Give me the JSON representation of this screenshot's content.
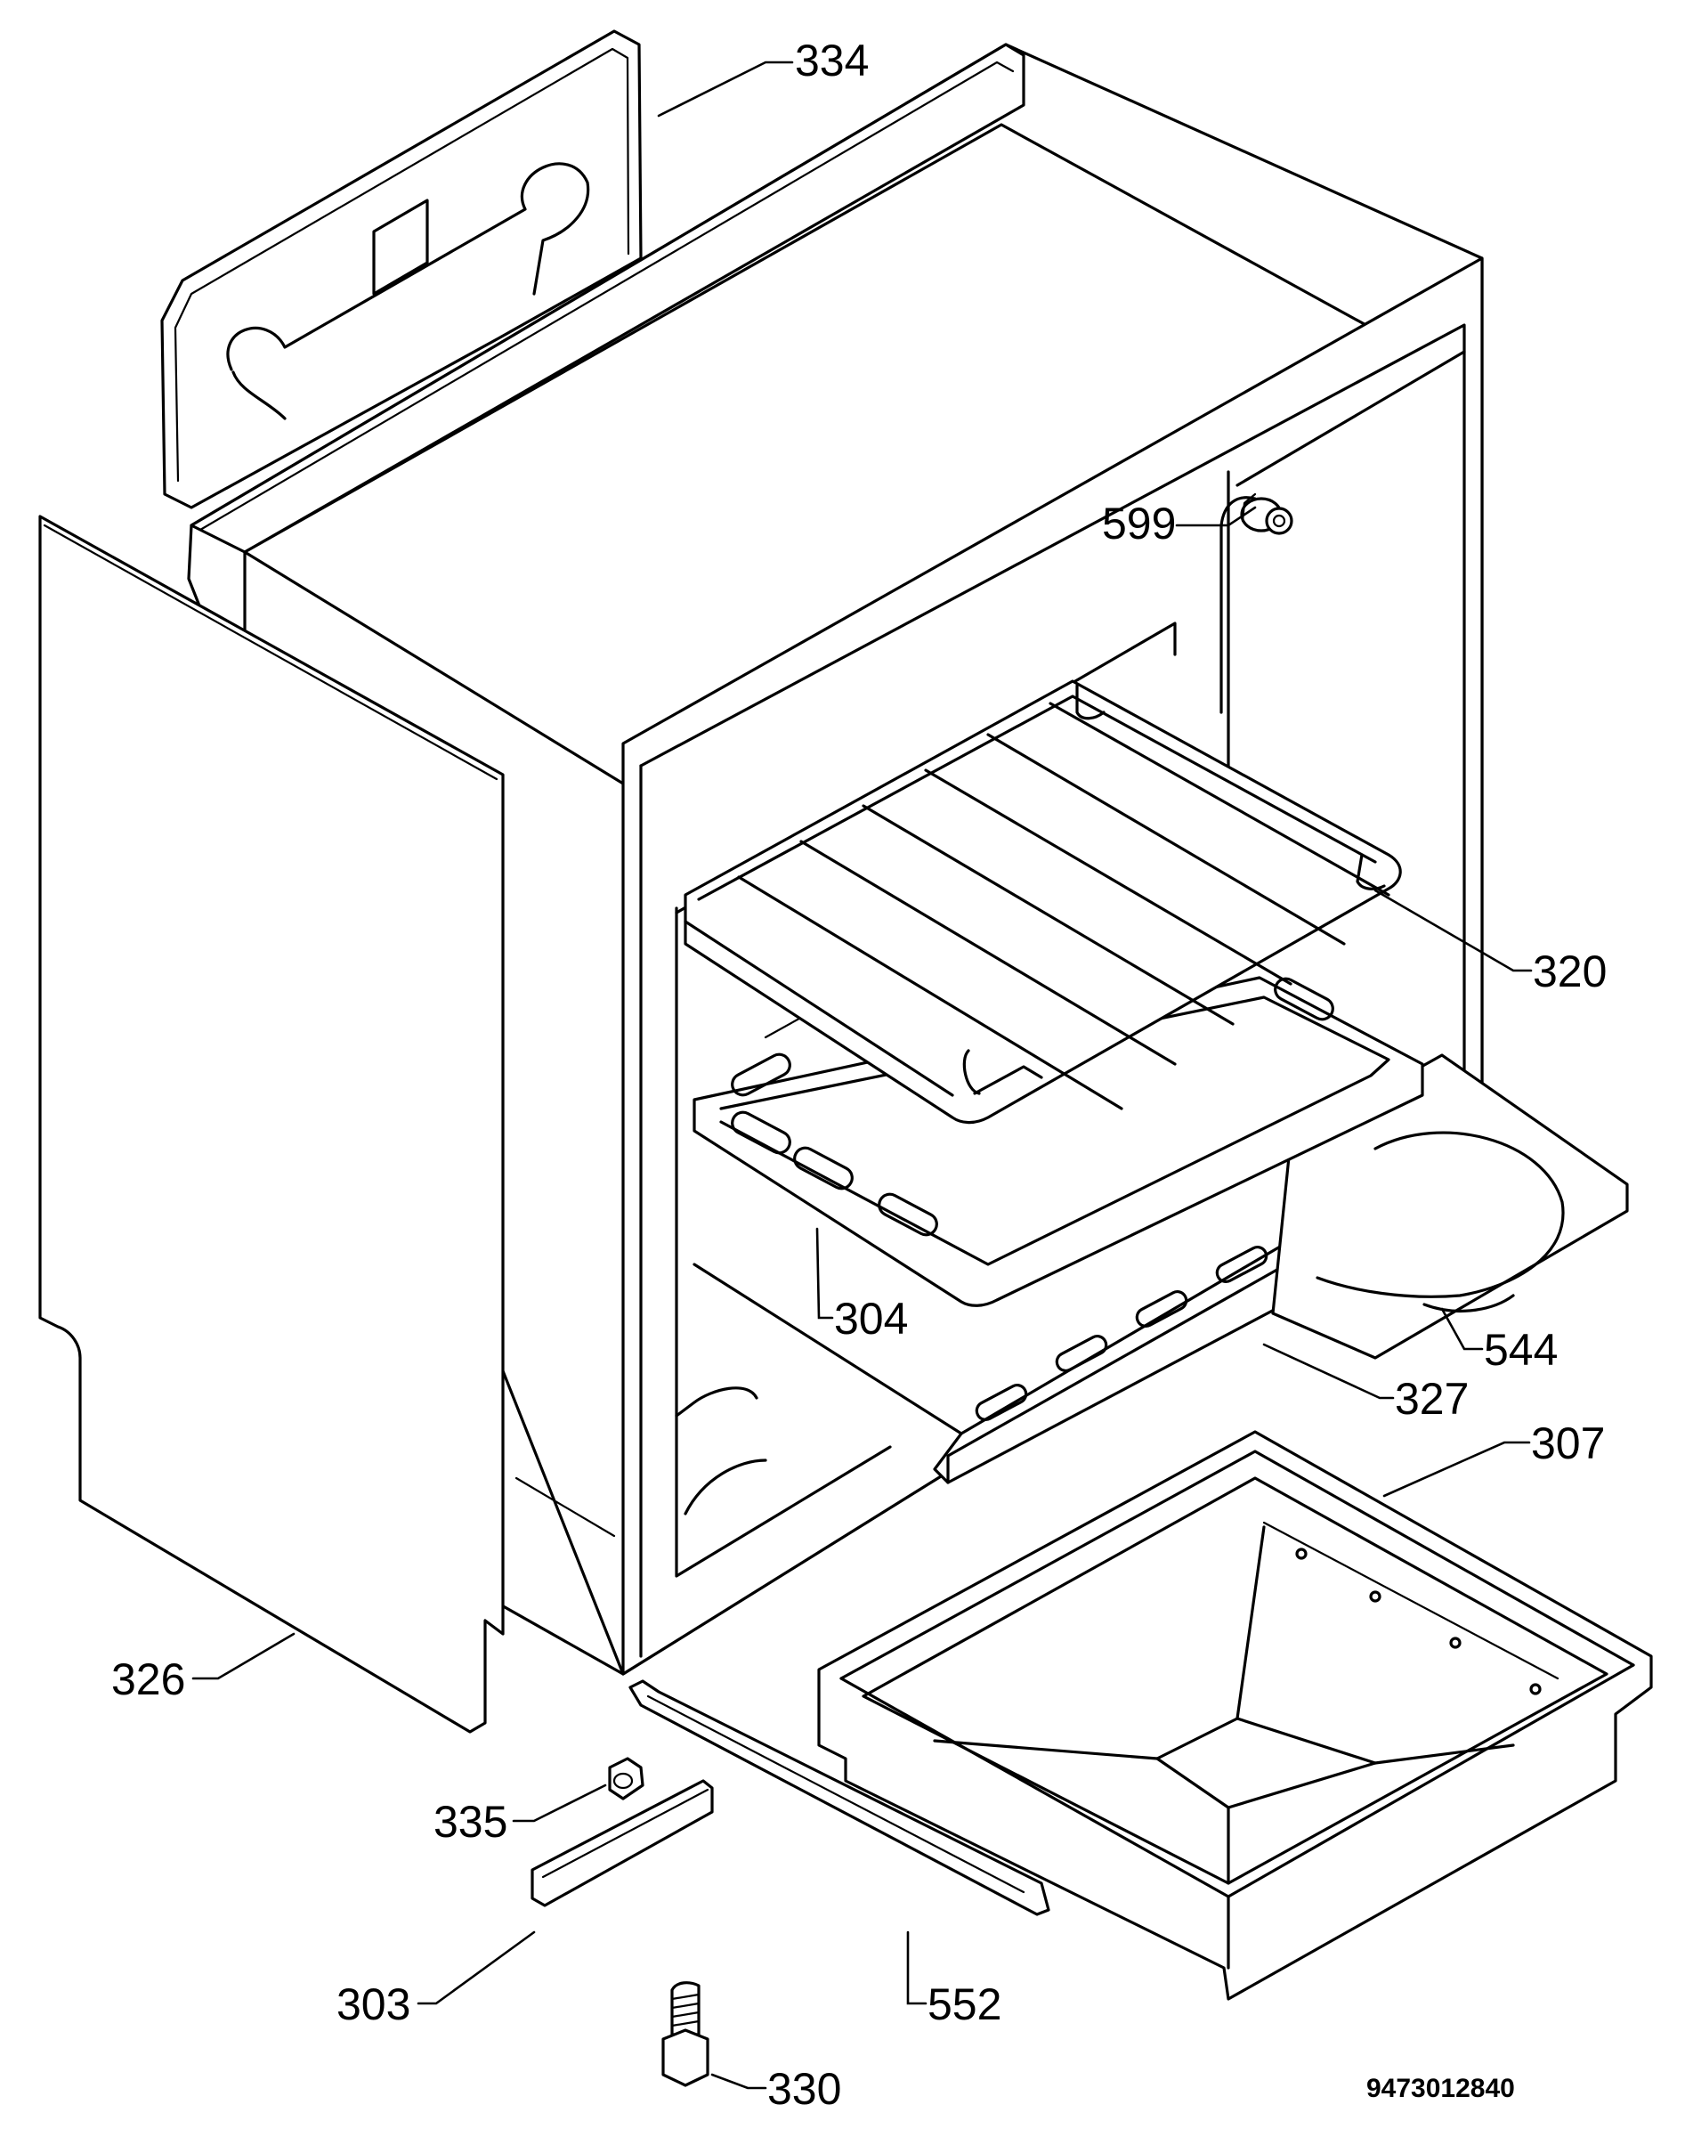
{
  "callouts": {
    "c334": "334",
    "c599": "599",
    "c320": "320",
    "c304": "304",
    "c544": "544",
    "c327": "327",
    "c307": "307",
    "c326": "326",
    "c335": "335",
    "c303": "303",
    "c552": "552",
    "c330": "330"
  },
  "document_number": "9473012840"
}
